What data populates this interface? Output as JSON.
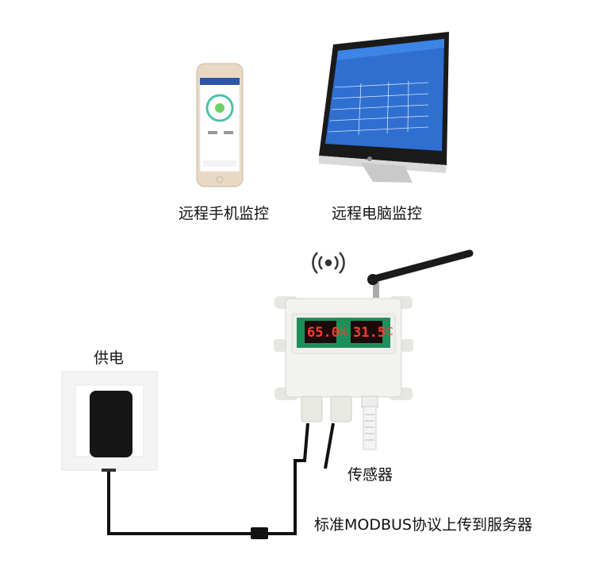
{
  "captions": {
    "phone_monitor": "远程手机监控",
    "pc_monitor": "远程电脑监控",
    "power": "供电",
    "sensor": "传感器",
    "protocol": "标准MODBUS协议上传到服务器"
  },
  "device": {
    "humidity_value": "65.0",
    "humidity_unit": "%",
    "temperature_value": "31.5",
    "temperature_unit": "°C"
  },
  "icons": [
    "smartphone-icon",
    "monitor-icon",
    "wireless-signal-icon",
    "power-socket-icon",
    "antenna-icon",
    "probe-icon"
  ],
  "colors": {
    "led": "#ff3b2f",
    "panel": "#1e8f5a",
    "cable": "#111111",
    "housing": "#f2f2ee"
  }
}
